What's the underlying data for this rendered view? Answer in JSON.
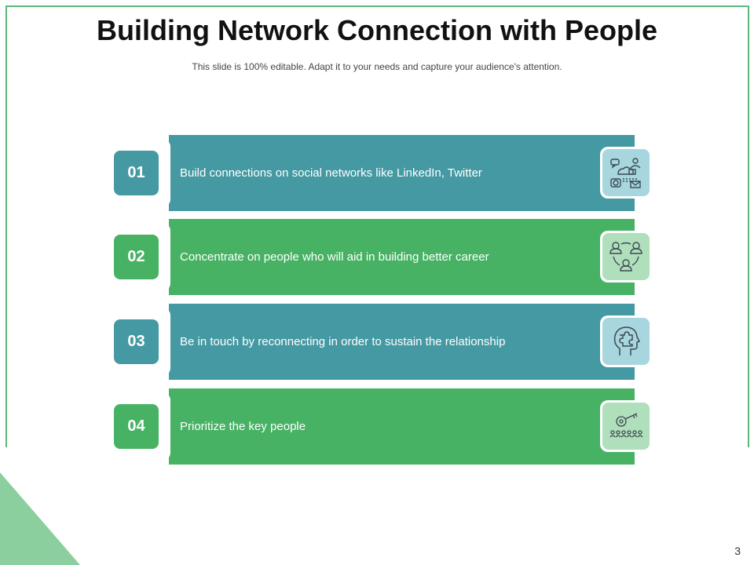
{
  "slide": {
    "title": "Building Network Connection with People",
    "subtitle": "This slide is 100% editable. Adapt it to your needs and capture your audience's attention.",
    "page_number": "3"
  },
  "colors": {
    "teal": "#4599a3",
    "green": "#47b264",
    "frame": "#5cb87a",
    "corner": "#8ccf9e"
  },
  "items": [
    {
      "number": "01",
      "text": "Build connections on social networks like LinkedIn, Twitter",
      "icon": "social-network-icon",
      "color": "teal"
    },
    {
      "number": "02",
      "text": "Concentrate on people who will aid in building better career",
      "icon": "people-cycle-icon",
      "color": "green"
    },
    {
      "number": "03",
      "text": "Be in touch by reconnecting in order to sustain the relationship",
      "icon": "head-puzzle-icon",
      "color": "teal"
    },
    {
      "number": "04",
      "text": "Prioritize the key people",
      "icon": "key-people-icon",
      "color": "green"
    }
  ]
}
